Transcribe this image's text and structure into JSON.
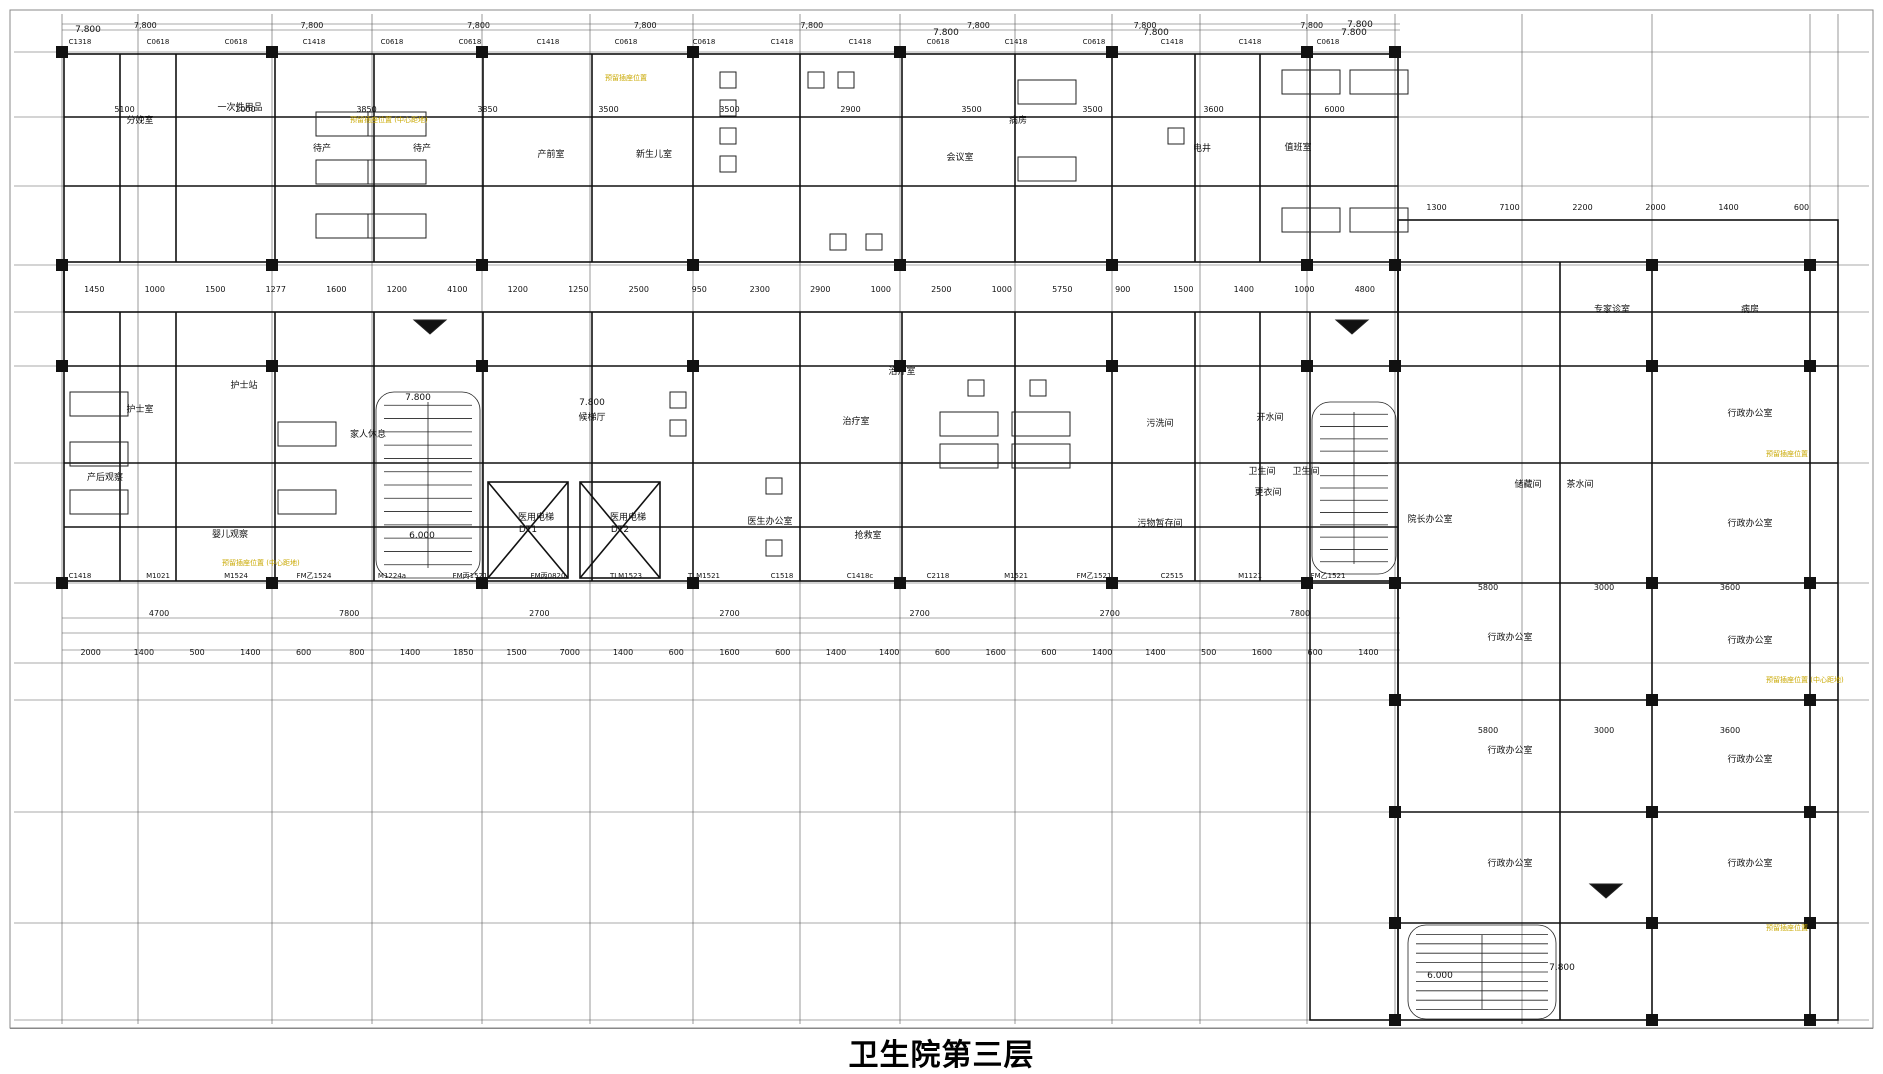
{
  "title": "卫生院第三层",
  "colors": {
    "line": "#222222",
    "wall": "#111111",
    "grid": "#444444",
    "note": "#c9a800",
    "frame": "#888888"
  },
  "elevations": [
    {
      "text": "7.800",
      "id": "e1"
    },
    {
      "text": "7.800",
      "id": "e2"
    },
    {
      "text": "7.800",
      "id": "e3"
    },
    {
      "text": "7.800",
      "id": "e4"
    },
    {
      "text": "7.800",
      "id": "e5"
    },
    {
      "text": "7.800",
      "id": "e6"
    },
    {
      "text": "7.800",
      "id": "e7"
    },
    {
      "text": "7.800",
      "id": "e8"
    },
    {
      "text": "6.000",
      "id": "e9"
    },
    {
      "text": "6.000",
      "id": "e10"
    }
  ],
  "rooms": [
    {
      "id": "r1",
      "name": "分娩室"
    },
    {
      "id": "r2",
      "name": "一次性用品"
    },
    {
      "id": "r3",
      "name": "待产"
    },
    {
      "id": "r4",
      "name": "待产"
    },
    {
      "id": "r5",
      "name": "产前室"
    },
    {
      "id": "r6",
      "name": "新生儿室"
    },
    {
      "id": "r7",
      "name": "病房"
    },
    {
      "id": "r8",
      "name": "护士站"
    },
    {
      "id": "r9",
      "name": "护士室"
    },
    {
      "id": "r10",
      "name": "产后观察"
    },
    {
      "id": "r11",
      "name": "婴儿观察"
    },
    {
      "id": "r12",
      "name": "家人休息"
    },
    {
      "id": "r13",
      "name": "医生办公室"
    },
    {
      "id": "r14",
      "name": "治疗室"
    },
    {
      "id": "r15",
      "name": "抢救室"
    },
    {
      "id": "r16",
      "name": "污洗间"
    },
    {
      "id": "r17",
      "name": "污物暂存间"
    },
    {
      "id": "r18",
      "name": "卫生间"
    },
    {
      "id": "r19",
      "name": "开水间"
    },
    {
      "id": "r20",
      "name": "更衣间"
    },
    {
      "id": "r21",
      "name": "值班室"
    },
    {
      "id": "r22",
      "name": "电井"
    },
    {
      "id": "r23",
      "name": "专家诊室"
    },
    {
      "id": "r24",
      "name": "病房"
    },
    {
      "id": "r25",
      "name": "行政办公室"
    },
    {
      "id": "r26",
      "name": "行政办公室"
    },
    {
      "id": "r27",
      "name": "行政办公室"
    },
    {
      "id": "r28",
      "name": "行政办公室"
    },
    {
      "id": "r29",
      "name": "行政办公室"
    },
    {
      "id": "r30",
      "name": "行政办公室"
    },
    {
      "id": "r31",
      "name": "行政办公室"
    },
    {
      "id": "r32",
      "name": "行政办公室"
    },
    {
      "id": "r33",
      "name": "院长办公室"
    },
    {
      "id": "r34",
      "name": "储藏间"
    },
    {
      "id": "r35",
      "name": "会议室"
    },
    {
      "id": "r36",
      "name": "治疗室"
    },
    {
      "id": "r37",
      "name": "医用电梯"
    },
    {
      "id": "r38",
      "name": "医用电梯"
    },
    {
      "id": "r39",
      "name": "候梯厅"
    },
    {
      "id": "r40",
      "name": "卫生间"
    },
    {
      "id": "r41",
      "name": "茶水间"
    }
  ],
  "elevators": [
    {
      "id": "dt1",
      "name": "DT1"
    },
    {
      "id": "dt2",
      "name": "DT2"
    }
  ],
  "doors": [
    {
      "id": "d1",
      "code": "C1318"
    },
    {
      "id": "d2",
      "code": "C0618"
    },
    {
      "id": "d3",
      "code": "C0618"
    },
    {
      "id": "d4",
      "code": "C1418"
    },
    {
      "id": "d5",
      "code": "C0618"
    },
    {
      "id": "d6",
      "code": "C0618"
    },
    {
      "id": "d7",
      "code": "C1418"
    },
    {
      "id": "d8",
      "code": "C0618"
    },
    {
      "id": "d9",
      "code": "C0618"
    },
    {
      "id": "d10",
      "code": "C1418"
    },
    {
      "id": "d11",
      "code": "C1418"
    },
    {
      "id": "d12",
      "code": "C0618"
    },
    {
      "id": "d13",
      "code": "C1418"
    },
    {
      "id": "d14",
      "code": "C0618"
    },
    {
      "id": "d15",
      "code": "C1418"
    },
    {
      "id": "d16",
      "code": "C1418"
    },
    {
      "id": "d17",
      "code": "C0618"
    },
    {
      "id": "d18",
      "code": "C1418"
    },
    {
      "id": "d19",
      "code": "M1021"
    },
    {
      "id": "d20",
      "code": "M1524"
    },
    {
      "id": "d21",
      "code": "FM乙1524"
    },
    {
      "id": "d22",
      "code": "M1224a"
    },
    {
      "id": "d23",
      "code": "FM丙1521"
    },
    {
      "id": "d24",
      "code": "FM丙0820"
    },
    {
      "id": "d25",
      "code": "TLM1523"
    },
    {
      "id": "d26",
      "code": "TLM1521"
    },
    {
      "id": "d27",
      "code": "C1518"
    },
    {
      "id": "d28",
      "code": "C1418c"
    },
    {
      "id": "d29",
      "code": "C2118"
    },
    {
      "id": "d30",
      "code": "M1521"
    },
    {
      "id": "d31",
      "code": "FM乙1521"
    },
    {
      "id": "d32",
      "code": "C2515"
    },
    {
      "id": "d33",
      "code": "M1121"
    },
    {
      "id": "d34",
      "code": "FM乙1521"
    }
  ],
  "dims_top": [
    "7,800",
    "7,800",
    "7,800",
    "7,800",
    "7,800",
    "7,800",
    "7,800",
    "7,800"
  ],
  "dims_row1": [
    "5100",
    "2000",
    "3850",
    "3850",
    "3500",
    "3500",
    "2900",
    "3500",
    "3500",
    "3600",
    "6000"
  ],
  "dims_row2": [
    "1450",
    "1000",
    "1500",
    "1277",
    "1600",
    "1200",
    "4100",
    "1200",
    "1250",
    "2500",
    "950",
    "2300",
    "2900",
    "1000",
    "2500",
    "1000",
    "5750",
    "900",
    "1500",
    "1400",
    "1000",
    "4800"
  ],
  "dims_bottom1": [
    "4700",
    "7800",
    "2700",
    "2700",
    "2700",
    "2700",
    "7800"
  ],
  "dims_bottom2": [
    "2000",
    "1400",
    "500",
    "1400",
    "600",
    "800",
    "1400",
    "1850",
    "1500",
    "7000",
    "1400",
    "600",
    "1600",
    "600",
    "1400",
    "1400",
    "600",
    "1600",
    "600",
    "1400",
    "1400",
    "500",
    "1600",
    "600",
    "1400"
  ],
  "dims_right_top": [
    "1300",
    "7100",
    "2200",
    "2000",
    "1400",
    "600"
  ],
  "dims_right_mid": [
    "5800",
    "3000",
    "3600",
    "5800",
    "3000",
    "3600"
  ],
  "notes": [
    "预留插座位置 (中心距地)",
    "预留插座位置"
  ]
}
